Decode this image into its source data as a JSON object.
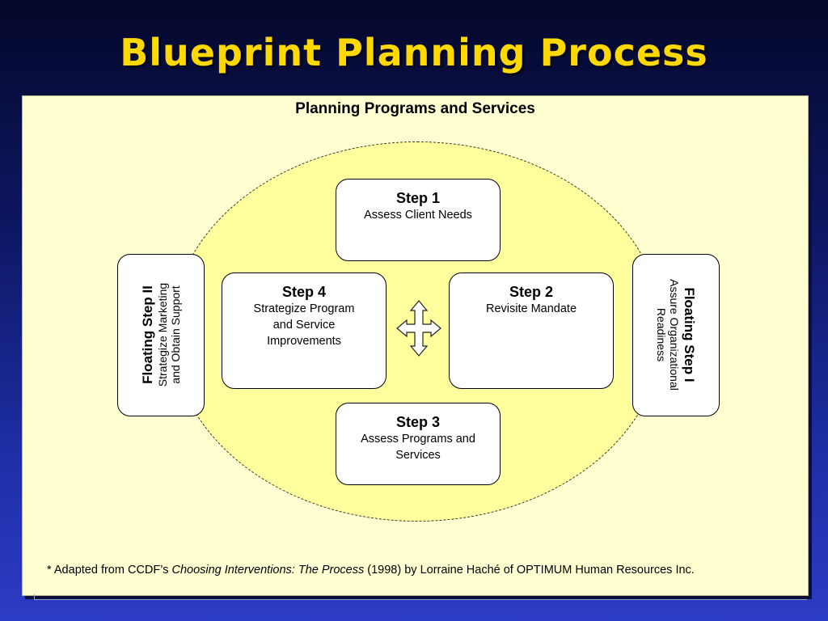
{
  "slide": {
    "title": "Blueprint Planning Process"
  },
  "diagram": {
    "heading": "Planning Programs and Services",
    "step1": {
      "title": "Step 1",
      "desc": "Assess Client Needs"
    },
    "step2": {
      "title": "Step 2",
      "desc": "Revisite Mandate"
    },
    "step3": {
      "title": "Step 3",
      "desc_line1": "Assess Programs and",
      "desc_line2": "Services"
    },
    "step4": {
      "title": "Step 4",
      "desc_line1": "Strategize Program",
      "desc_line2": "and Service",
      "desc_line3": "Improvements"
    },
    "floating2": {
      "title": "Floating Step II",
      "desc_line1": "Strategize Marketing",
      "desc_line2": "and Obtain Support"
    },
    "floating1": {
      "title": "Floating Step I",
      "desc_line1": "Assure  Organizational",
      "desc_line2": "Readiness"
    },
    "center_icon": "four-way-arrow-icon"
  },
  "footnote": {
    "marker": "*",
    "prefix": "Adapted from CCDF’s",
    "work_title": "Choosing Interventions: The Process",
    "suffix": "(1998) by Lorraine Haché of OPTIMUM Human Resources Inc."
  },
  "colors": {
    "title": "#ffd800",
    "panel": "#ffffd2",
    "ellipse": "#ffff9e"
  }
}
